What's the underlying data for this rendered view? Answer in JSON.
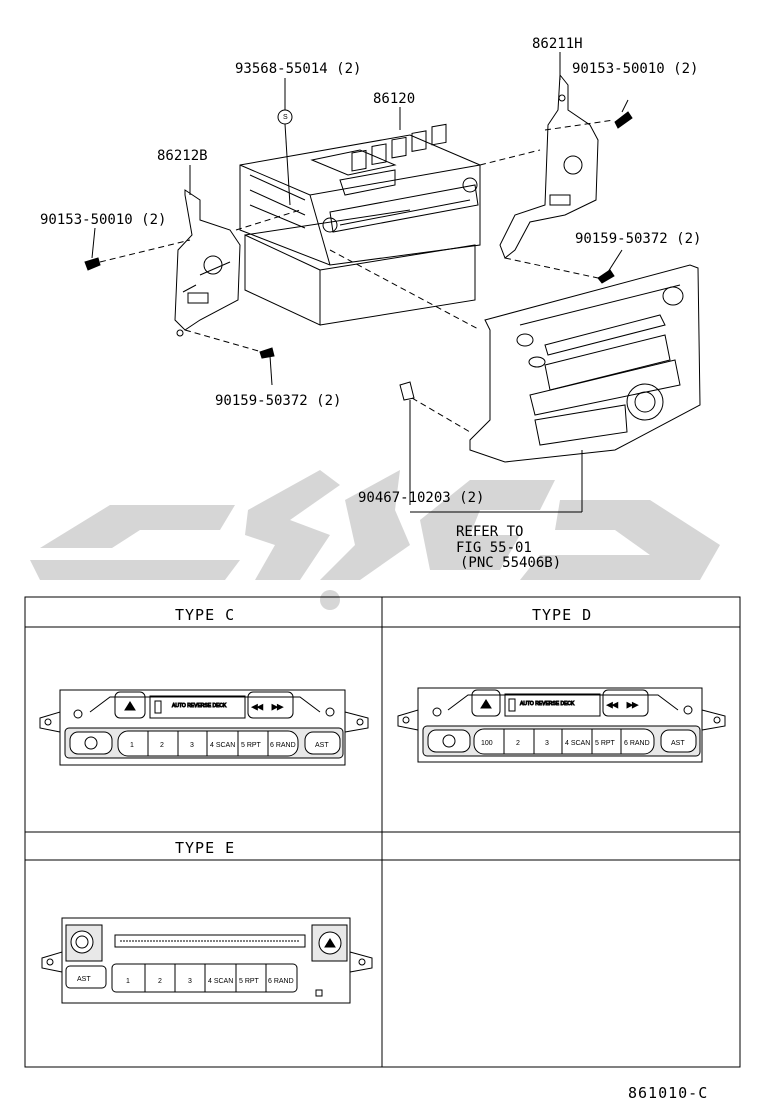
{
  "parts": {
    "p86211H": "86211H",
    "p90153_right": "90153-50010 (2)",
    "p93568": "93568-55014 (2)",
    "p86120": "86120",
    "p86212B": "86212B",
    "p90153_left": "90153-50010 (2)",
    "p90159_right": "90159-50372 (2)",
    "p90159_left": "90159-50372 (2)",
    "p90467": "90467-10203 (2)",
    "refer_line1": "REFER TO",
    "refer_line2": "FIG 55-01",
    "refer_line3": "(PNC 55406B)",
    "s_marker": "S"
  },
  "types": {
    "c": "TYPE C",
    "d": "TYPE D",
    "e": "TYPE E"
  },
  "buttons": {
    "b1": "1",
    "b2": "2",
    "b3": "3",
    "b4": "4 SCAN",
    "b5": "5 RPT",
    "b6": "6 RAND",
    "ast": "AST",
    "b100": "100",
    "deck_c": "AUTO REVERSE DECK",
    "deck_d": "AUTO REVERSE DECK"
  },
  "footer": {
    "code": "861010-C"
  },
  "watermark": {
    "color": "#d4d4d4"
  }
}
